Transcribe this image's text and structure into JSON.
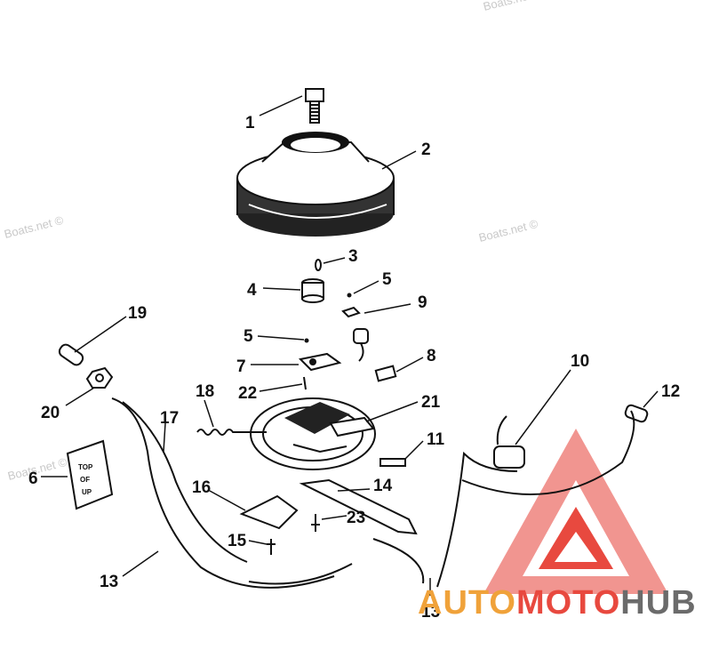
{
  "watermarks": [
    "Boats.net ©",
    "Boats.net ©",
    "Boats.net ©",
    "Boats.net ©"
  ],
  "callouts": [
    "1",
    "2",
    "3",
    "4",
    "5",
    "9",
    "5",
    "7",
    "8",
    "10",
    "12",
    "19",
    "18",
    "22",
    "21",
    "20",
    "17",
    "11",
    "6",
    "16",
    "14",
    "15",
    "23",
    "13",
    "13"
  ],
  "brand": {
    "part1": "AUTO",
    "part2": "MOTO",
    "part3": "HUB",
    "color_red": "#e8493f",
    "color_orange": "#f0a23a",
    "color_dark": "#6b6b6b"
  },
  "chip": {
    "line1": "TOP",
    "line2": "OF",
    "line3": "UP"
  }
}
